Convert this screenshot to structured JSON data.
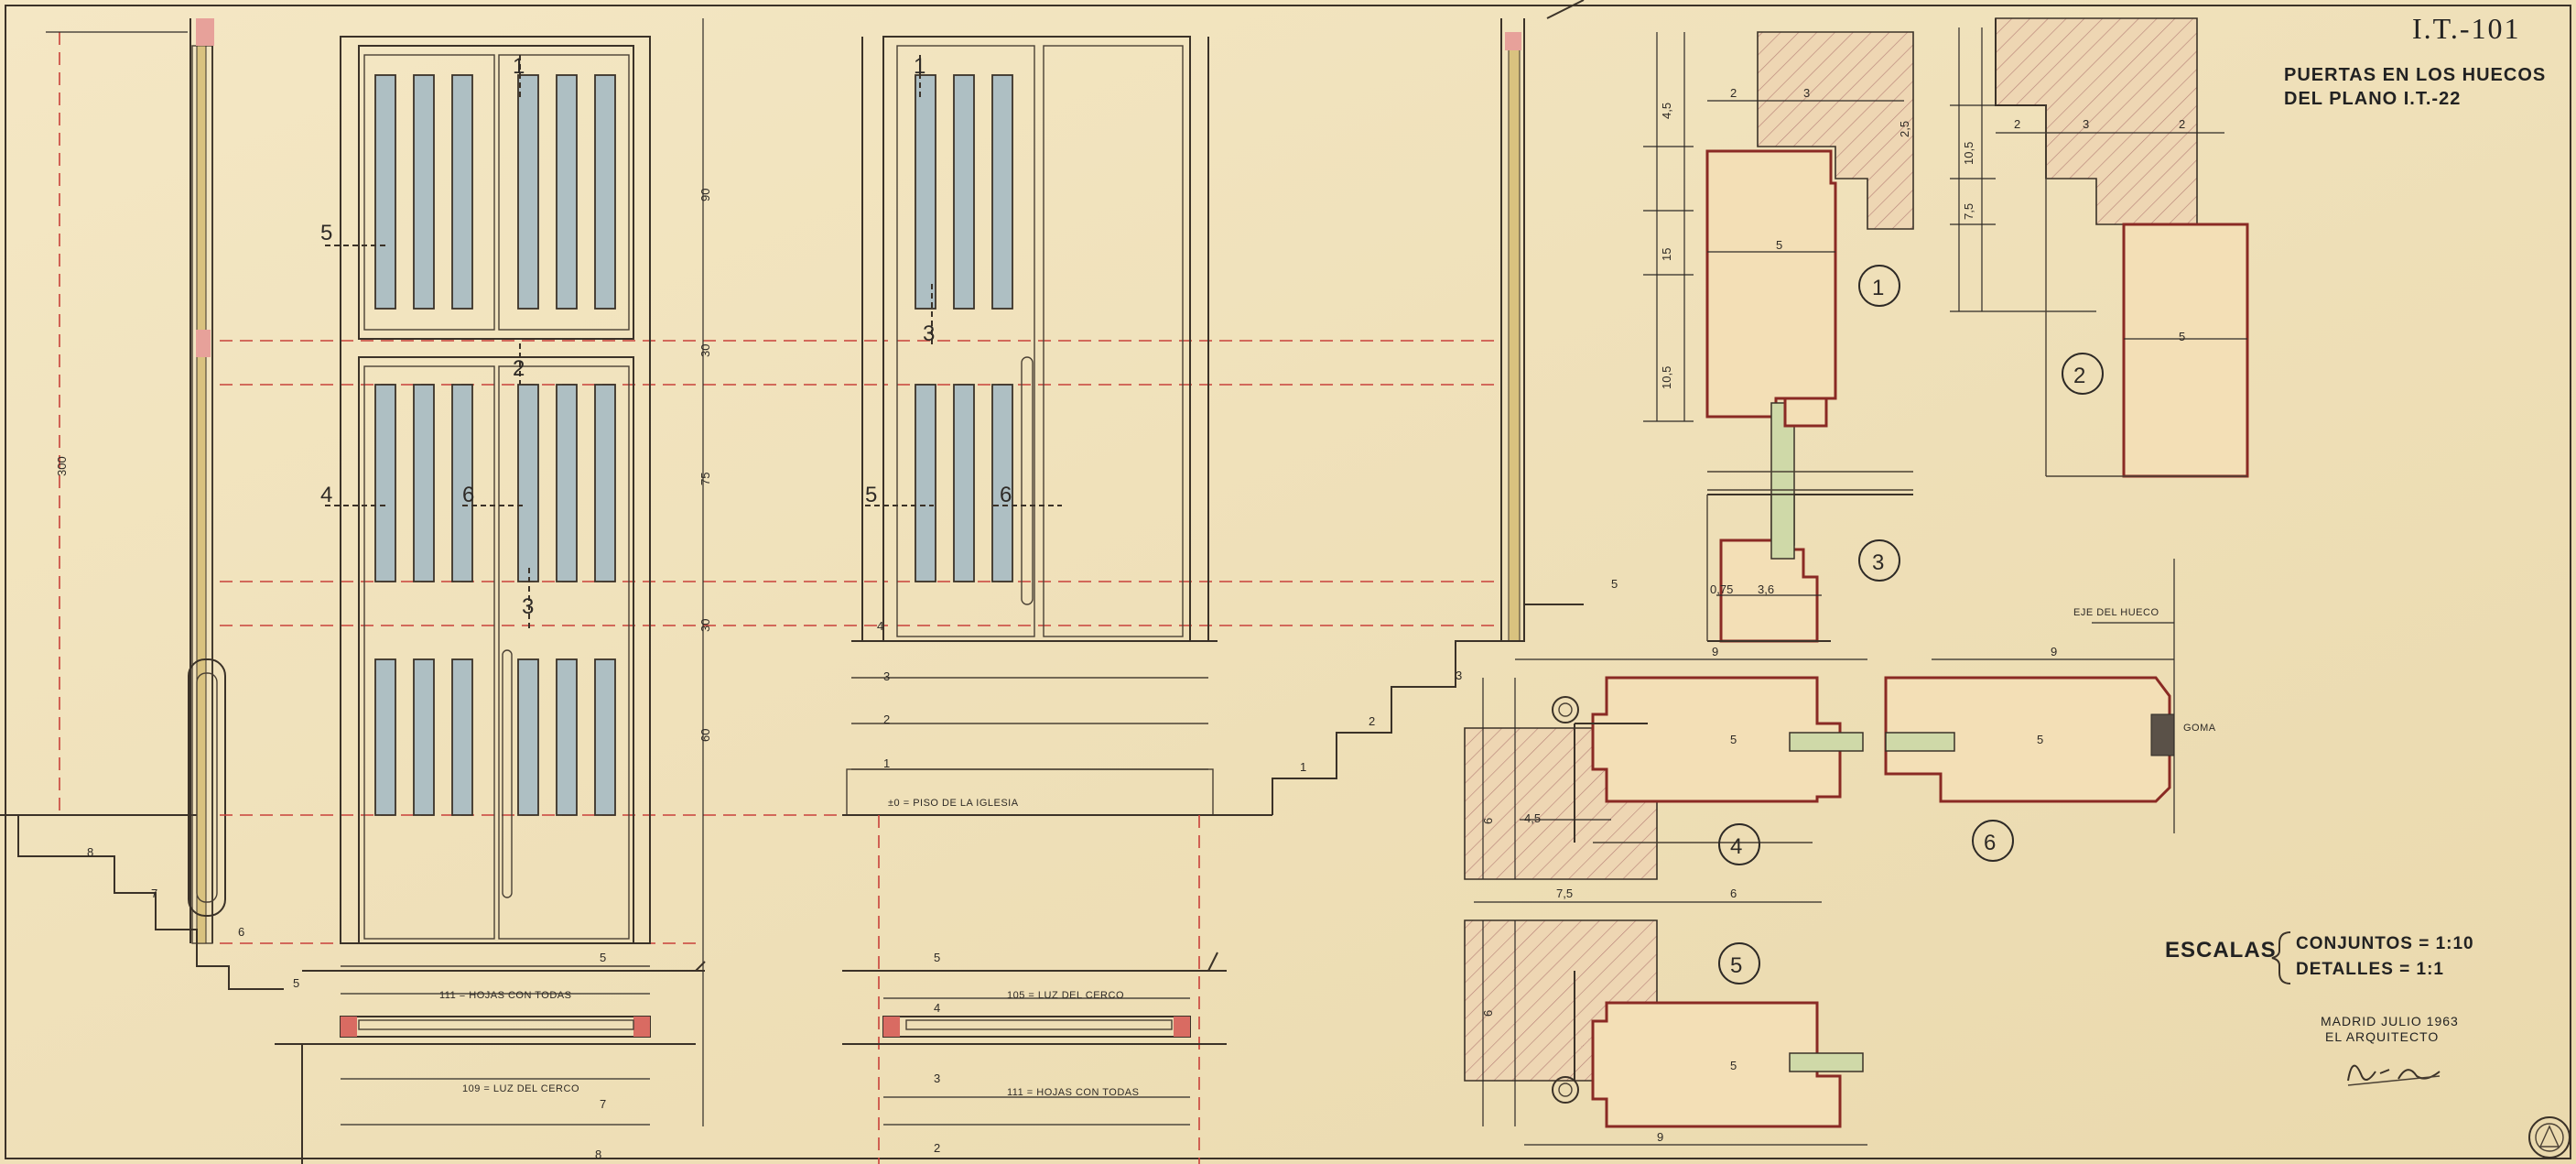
{
  "sheet": {
    "code": "I.T.-101",
    "title_line1": "PUERTAS EN LOS HUECOS",
    "title_line2": "DEL PLANO I.T.-22"
  },
  "scales": {
    "label": "ESCALAS",
    "conjuntos": "CONJUNTOS = 1:10",
    "detalles": "DETALLES = 1:1"
  },
  "signature": {
    "place_date": "MADRID JULIO 1963",
    "role": "EL ARQUITECTO",
    "signature_text": "Luis Moya"
  },
  "notes": {
    "hojas_con_todas_1": "111 = HOJAS CON TODAS",
    "luz_del_cerco_1": "109 = LUZ DEL CERCO",
    "luz_del_cerco_2": "105 = LUZ DEL CERCO",
    "hojas_con_todas_2": "111 = HOJAS CON TODAS",
    "piso_iglesia": "±0 = PISO DE LA IGLESIA",
    "eje_del_hueco": "EJE DEL HUECO",
    "goma": "GOMA"
  },
  "detail_numbers": [
    "1",
    "2",
    "3",
    "4",
    "5",
    "6"
  ],
  "section_marks": [
    "1",
    "2",
    "3",
    "4",
    "5",
    "6"
  ],
  "dimensions": {
    "height_total": "300",
    "panel_h_90": "90",
    "panel_h_30a": "30",
    "panel_h_75": "75",
    "panel_h_30b": "30",
    "panel_h_60": "60",
    "step_1": "1",
    "step_2": "2",
    "step_3": "3",
    "step_4": "4",
    "step_5": "5",
    "step_6": "6",
    "step_7": "7",
    "step_8": "8",
    "d_45": "4,5",
    "d_25": "2,5",
    "d_15": "15",
    "d_105": "10,5",
    "d_75": "7,5",
    "d_36": "3,6",
    "d_075": "0,75",
    "d_9": "9",
    "d_2": "2",
    "d_3": "3",
    "d_6": "6"
  }
}
